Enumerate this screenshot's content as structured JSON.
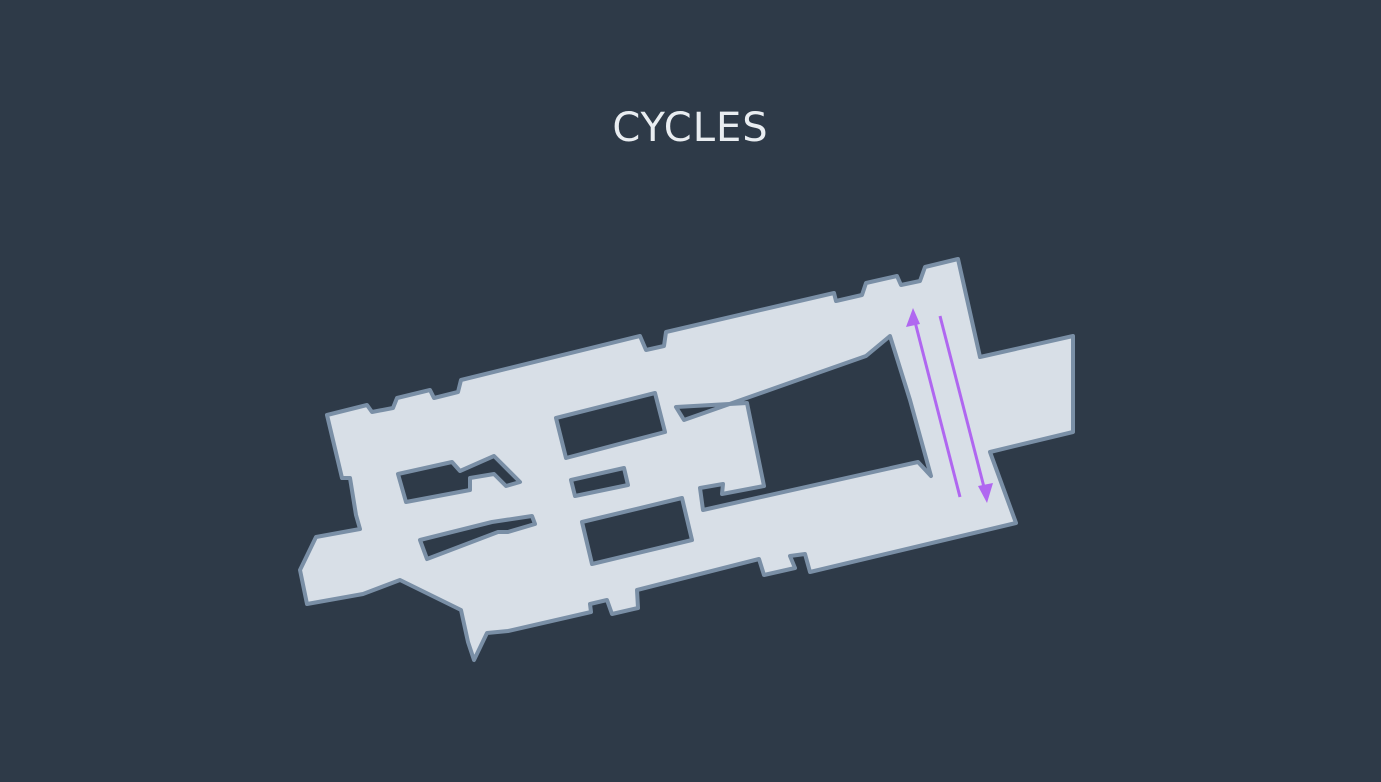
{
  "slide": {
    "title": "CYCLES"
  },
  "colors": {
    "background": "#2e3a48",
    "title_text": "#e9edf1",
    "map_floor": "#d8dfe7",
    "map_outline": "#7a8fa6",
    "arrow": "#b067f0"
  },
  "diagram": {
    "floorplan": "floor-map",
    "arrows": [
      {
        "name": "arrow-up",
        "direction": "up"
      },
      {
        "name": "arrow-down",
        "direction": "down"
      }
    ]
  }
}
